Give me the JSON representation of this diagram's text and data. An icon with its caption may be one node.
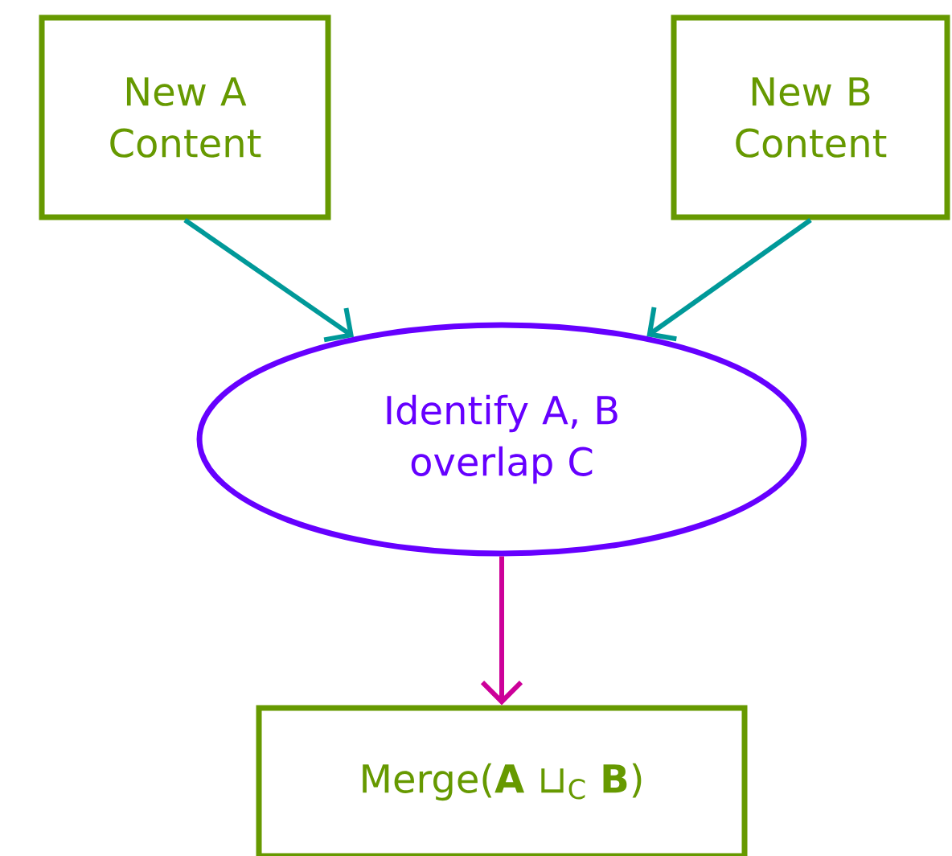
{
  "diagram": {
    "nodes": [
      {
        "text": [
          "New A Content"
        ]
      },
      {
        "text": [
          "New B Content"
        ]
      },
      {
        "text": [
          "Identify A, B overlap C"
        ]
      },
      {
        "text": [
          "Merge(**A** ⊔$_{C}$ **B**)"
        ]
      }
    ],
    "edges": [
      {
        "from": 0,
        "to": 2,
        "arrow": "to"
      },
      {
        "from": 1,
        "to": 2,
        "arrow": "to"
      },
      {
        "from": 2,
        "to": 3,
        "arrow": "to",
        "color": "#cc0099"
      }
    ]
  }
}
